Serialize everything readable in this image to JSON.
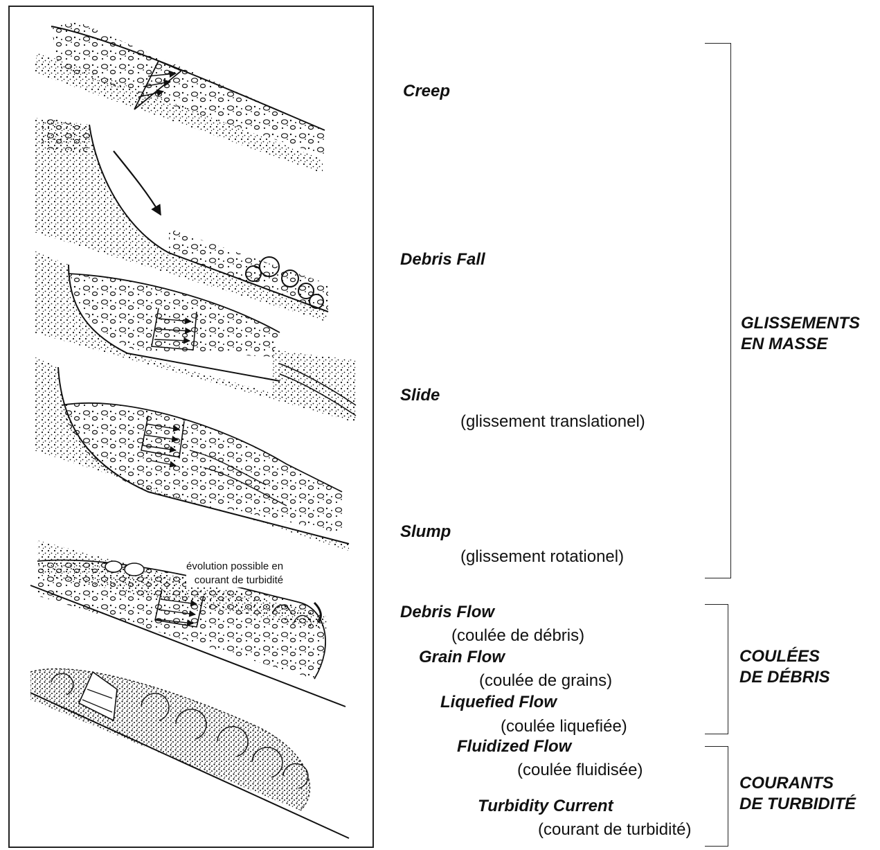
{
  "processes": [
    {
      "term": "Creep",
      "gloss": ""
    },
    {
      "term": "Debris Fall",
      "gloss": ""
    },
    {
      "term": "Slide",
      "gloss": "(glissement translationel)"
    },
    {
      "term": "Slump",
      "gloss": "(glissement rotationel)"
    },
    {
      "term": "Debris Flow",
      "gloss": "(coulée de débris)"
    },
    {
      "term": "Grain Flow",
      "gloss": "(coulée de grains)"
    },
    {
      "term": "Liquefied Flow",
      "gloss": "(coulée liquefiée)"
    },
    {
      "term": "Fluidized Flow",
      "gloss": "(coulée fluidisée)"
    },
    {
      "term": "Turbidity Current",
      "gloss": "(courant de turbidité)"
    }
  ],
  "groups": [
    {
      "line1": "GLISSEMENTS",
      "line2": "EN MASSE"
    },
    {
      "line1": "COULÉES",
      "line2": "DE DÉBRIS"
    },
    {
      "line1": "COURANTS",
      "line2": "DE TURBIDITÉ"
    }
  ],
  "annotation": {
    "line1": "évolution possible en",
    "line2": "courant de turbidité"
  },
  "colors": {
    "ink": "#111111",
    "background": "#ffffff"
  }
}
